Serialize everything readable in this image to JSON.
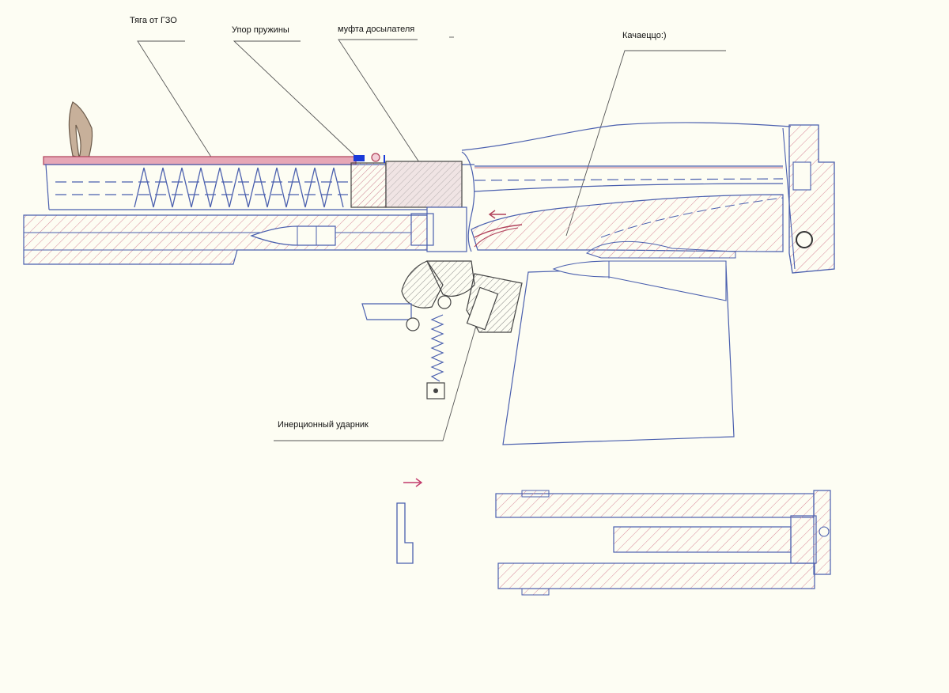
{
  "labels": {
    "gas_rod": "Тяга от ГЗО",
    "spring_stop": "Упор пружины",
    "rammer_coupling": "муфта досылателя",
    "swing": "Качаеццо:)",
    "inertia_striker": "Инерционный ударник"
  },
  "colors": {
    "paper": "#fdfdf3",
    "pencil_blue": "#4a5fae",
    "pencil_red": "#b0405a",
    "hatch_red": "#d88a9a",
    "graphite": "#444444",
    "leader": "#555555",
    "marker_blue": "#1a3ad8"
  }
}
